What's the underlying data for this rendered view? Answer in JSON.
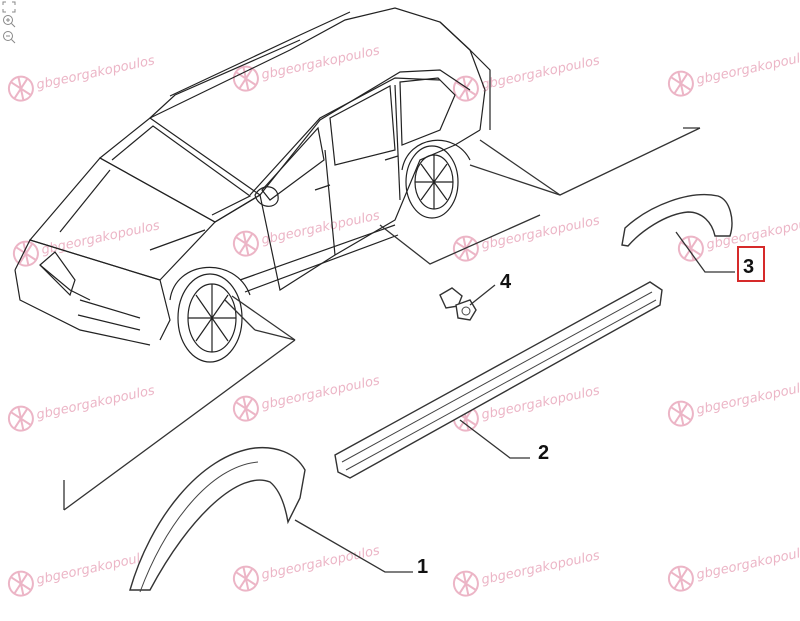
{
  "watermark": {
    "text": "gbgeorgakopoulos",
    "color": "#e9a9bd"
  },
  "zoom_tools": [
    {
      "icon": "fit-screen-icon"
    },
    {
      "icon": "zoom-in-icon"
    },
    {
      "icon": "zoom-out-icon"
    }
  ],
  "callouts": [
    {
      "id": "1",
      "label": "1",
      "highlighted": false
    },
    {
      "id": "2",
      "label": "2",
      "highlighted": false
    },
    {
      "id": "3",
      "label": "3",
      "highlighted": true,
      "highlight_color": "#d62a2a"
    },
    {
      "id": "4",
      "label": "4",
      "highlighted": false
    }
  ]
}
